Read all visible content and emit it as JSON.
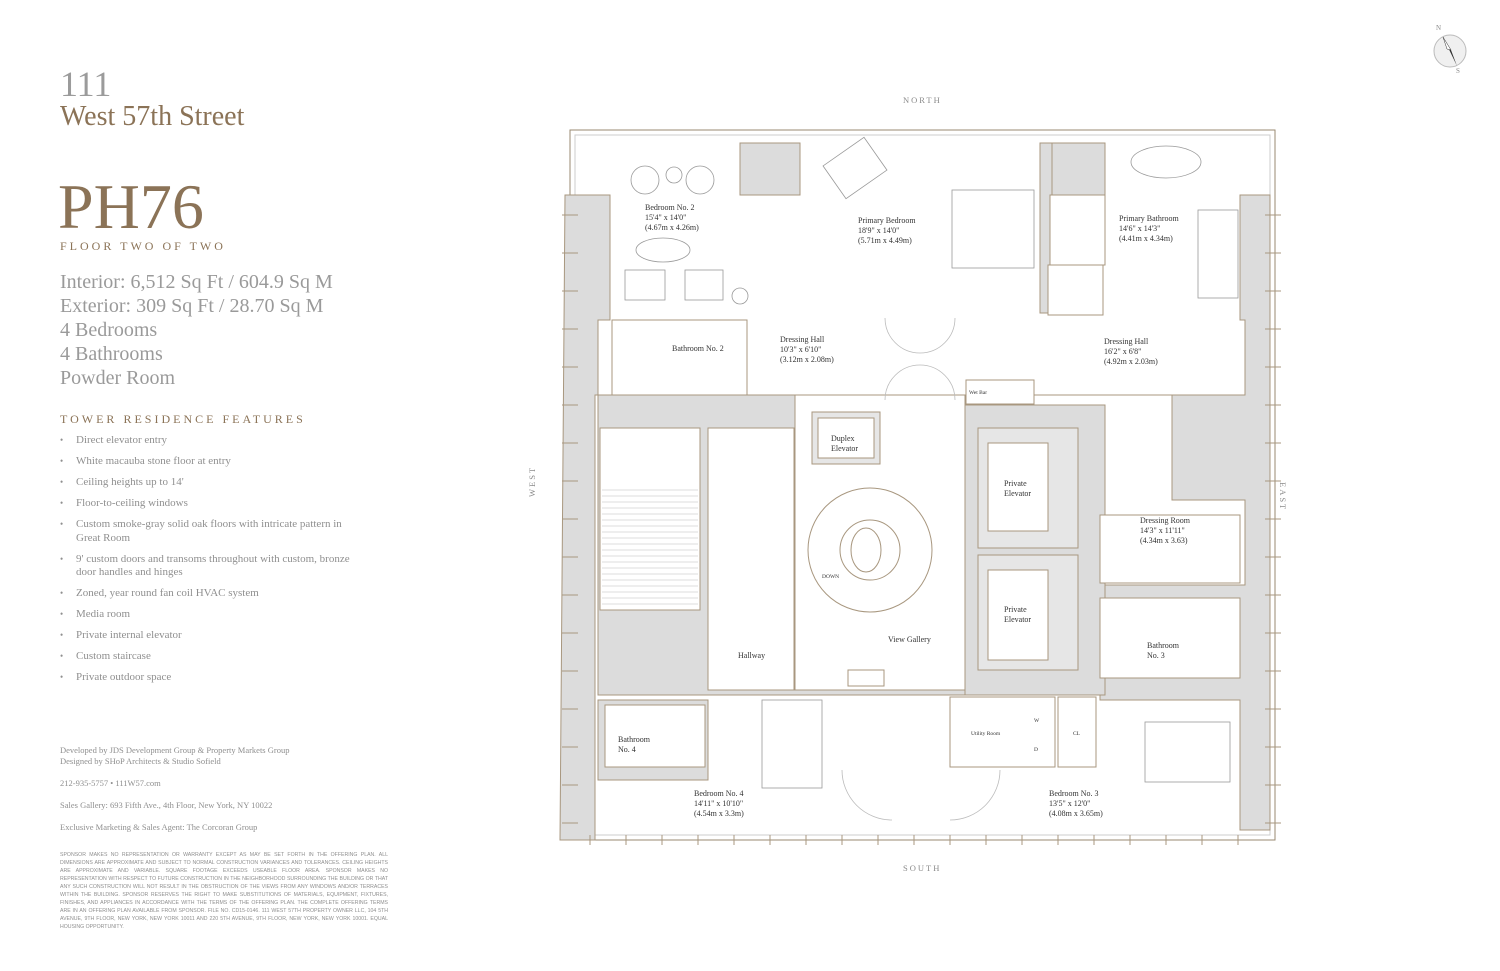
{
  "header": {
    "building_number": "111",
    "street": "West 57th Street",
    "unit": "PH76",
    "floor": "FLOOR TWO OF TWO"
  },
  "stats": [
    "Interior: 6,512 Sq Ft / 604.9 Sq M",
    "Exterior: 309 Sq Ft / 28.70 Sq M",
    "4 Bedrooms",
    "4 Bathrooms",
    "Powder Room"
  ],
  "features": {
    "heading": "TOWER RESIDENCE FEATURES",
    "items": [
      "Direct elevator entry",
      "White macauba stone floor at entry",
      "Ceiling heights up to 14'",
      "Floor-to-ceiling windows",
      "Custom smoke-gray solid oak floors with intricate pattern in Great Room",
      "9' custom doors and transoms throughout with custom, bronze door handles and hinges",
      "Zoned, year round fan coil HVAC system",
      "Media room",
      "Private internal elevator",
      "Custom staircase",
      "Private outdoor space"
    ]
  },
  "credits": {
    "developed": "Developed by JDS Development Group & Property Markets Group",
    "designed": "Designed by SHoP Architects & Studio Sofield",
    "contact": "212-935-5757  •  111W57.com",
    "sales_gallery": "Sales Gallery: 693 Fifth Ave., 4th Floor, New York, NY 10022",
    "agent": "Exclusive Marketing & Sales Agent: The Corcoran Group"
  },
  "disclaimer": "Sponsor makes no representation or warranty except as may be set forth in the offering plan. All dimensions are approximate and subject to normal construction variances and tolerances. Ceiling heights are approximate and variable. Square footage exceeds useable floor area. Sponsor makes no representation with respect to future construction in the neighborhood surrounding the building or that any such construction will not result in the obstruction of the views from any windows and/or terraces within the building. Sponsor reserves the right to make substitutions of materials, equipment, fixtures, finishes, and appliances in accordance with the terms of the offering plan. The complete offering terms are in an offering plan available from sponsor. File No. CD15-0146. 111 West 57th Property Owner LLC, 104 5th Avenue, 9th Floor, New York, New York 10011 and 220 5th Avenue, 9th Floor, New York, New York 10001. Equal Housing Opportunity.",
  "compass": {
    "north": "N",
    "south": "S",
    "icon": "compass-icon"
  },
  "directions": {
    "north": "NORTH",
    "south": "SOUTH",
    "east": "EAST",
    "west": "WEST"
  },
  "rooms": {
    "bedroom2": [
      "Bedroom No. 2",
      "15'4\" x 14'0\"",
      "(4.67m x 4.26m)"
    ],
    "primary_bedroom": [
      "Primary Bedroom",
      "18'9\" x 14'0\"",
      "(5.71m x 4.49m)"
    ],
    "primary_bathroom": [
      "Primary Bathroom",
      "14'6\" x 14'3\"",
      "(4.41m x 4.34m)"
    ],
    "bathroom2": [
      "Bathroom No. 2"
    ],
    "dressing_hall_w": [
      "Dressing Hall",
      "10'3\" x 6'10\"",
      "(3.12m x 2.08m)"
    ],
    "dressing_hall_e": [
      "Dressing Hall",
      "16'2\" x 6'8\"",
      "(4.92m x 2.03m)"
    ],
    "wet_bar": "Wet Bar",
    "duplex_elevator": [
      "Duplex",
      "Elevator"
    ],
    "private_elevator_1": [
      "Private",
      "Elevator"
    ],
    "private_elevator_2": [
      "Private",
      "Elevator"
    ],
    "dressing_room": [
      "Dressing Room",
      "14'3\" x 11'11\"",
      "(4.34m x 3.63)"
    ],
    "down": "DOWN",
    "view_gallery": "View Gallery",
    "hallway": "Hallway",
    "bathroom3": [
      "Bathroom",
      "No. 3"
    ],
    "bathroom4": [
      "Bathroom",
      "No. 4"
    ],
    "bedroom4": [
      "Bedroom No. 4",
      "14'11\" x 10'10\"",
      "(4.54m x 3.3m)"
    ],
    "bedroom3": [
      "Bedroom No. 3",
      "13'5\" x 12'0\"",
      "(4.08m x 3.65m)"
    ],
    "utility_room": "Utility Room",
    "washer": "W",
    "dryer": "D",
    "closet": "CL"
  },
  "colors": {
    "brand": "#8b7357",
    "text_grey": "#9a9a9a",
    "wall": "#dcdcdc",
    "wall_edge": "#a8977f"
  }
}
